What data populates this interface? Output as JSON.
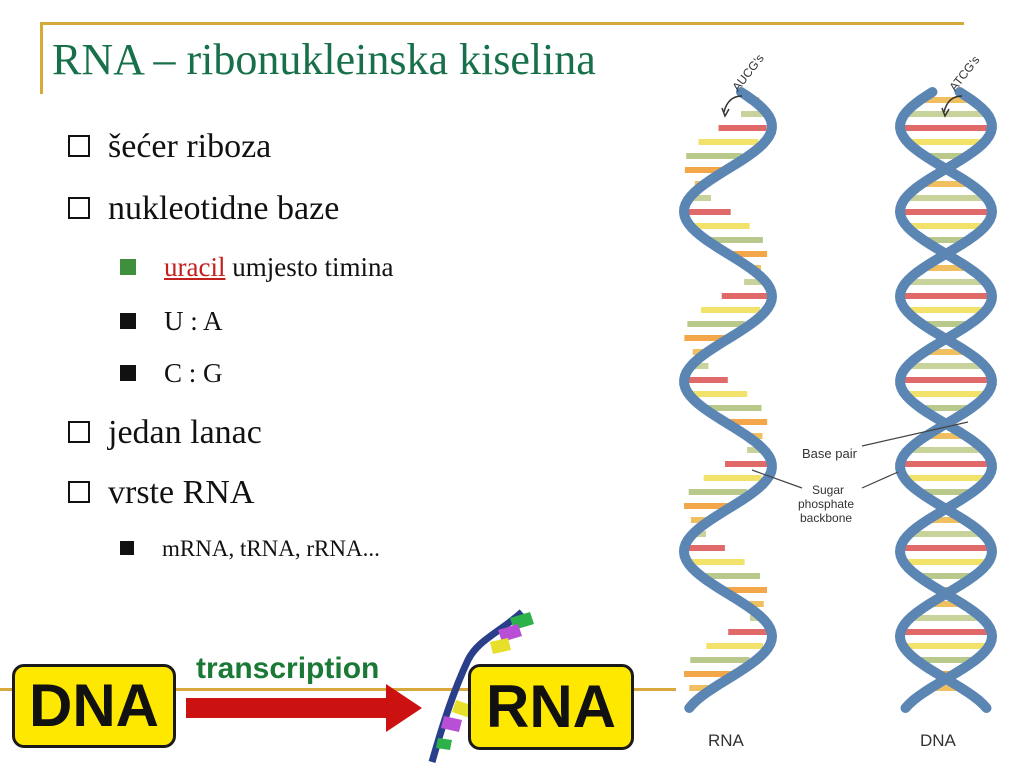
{
  "slide": {
    "title": "RNA – ribonukleinska kiselina",
    "bullets": [
      {
        "text": "šećer riboza"
      },
      {
        "text": "nukleotidne baze"
      },
      {
        "text": "jedan lanac"
      },
      {
        "text": "vrste RNA"
      }
    ],
    "sub_bullets": {
      "uracil_word": "uracil",
      "uracil_rest": " umjesto timina",
      "ua": "U : A",
      "cg": "C : G",
      "types": "mRNA, tRNA, rRNA..."
    }
  },
  "figure": {
    "rna_bases_label": "AUCG's",
    "dna_bases_label": "ATCG's",
    "base_pair_label": "Base pair",
    "backbone_label_lines": [
      "Sugar",
      "phosphate",
      "backbone"
    ],
    "rna_caption": "RNA",
    "dna_caption": "DNA"
  },
  "transcription_graphic": {
    "dna_label": "DNA",
    "rna_label": "RNA",
    "arrow_label": "transcription"
  },
  "colors": {
    "title": "#17704a",
    "accent_line": "#d6a93a",
    "strand": "#5b86b3",
    "yellow_box": "#ffe800",
    "arrow": "#cc1111",
    "uracil": "#c21f1f"
  }
}
